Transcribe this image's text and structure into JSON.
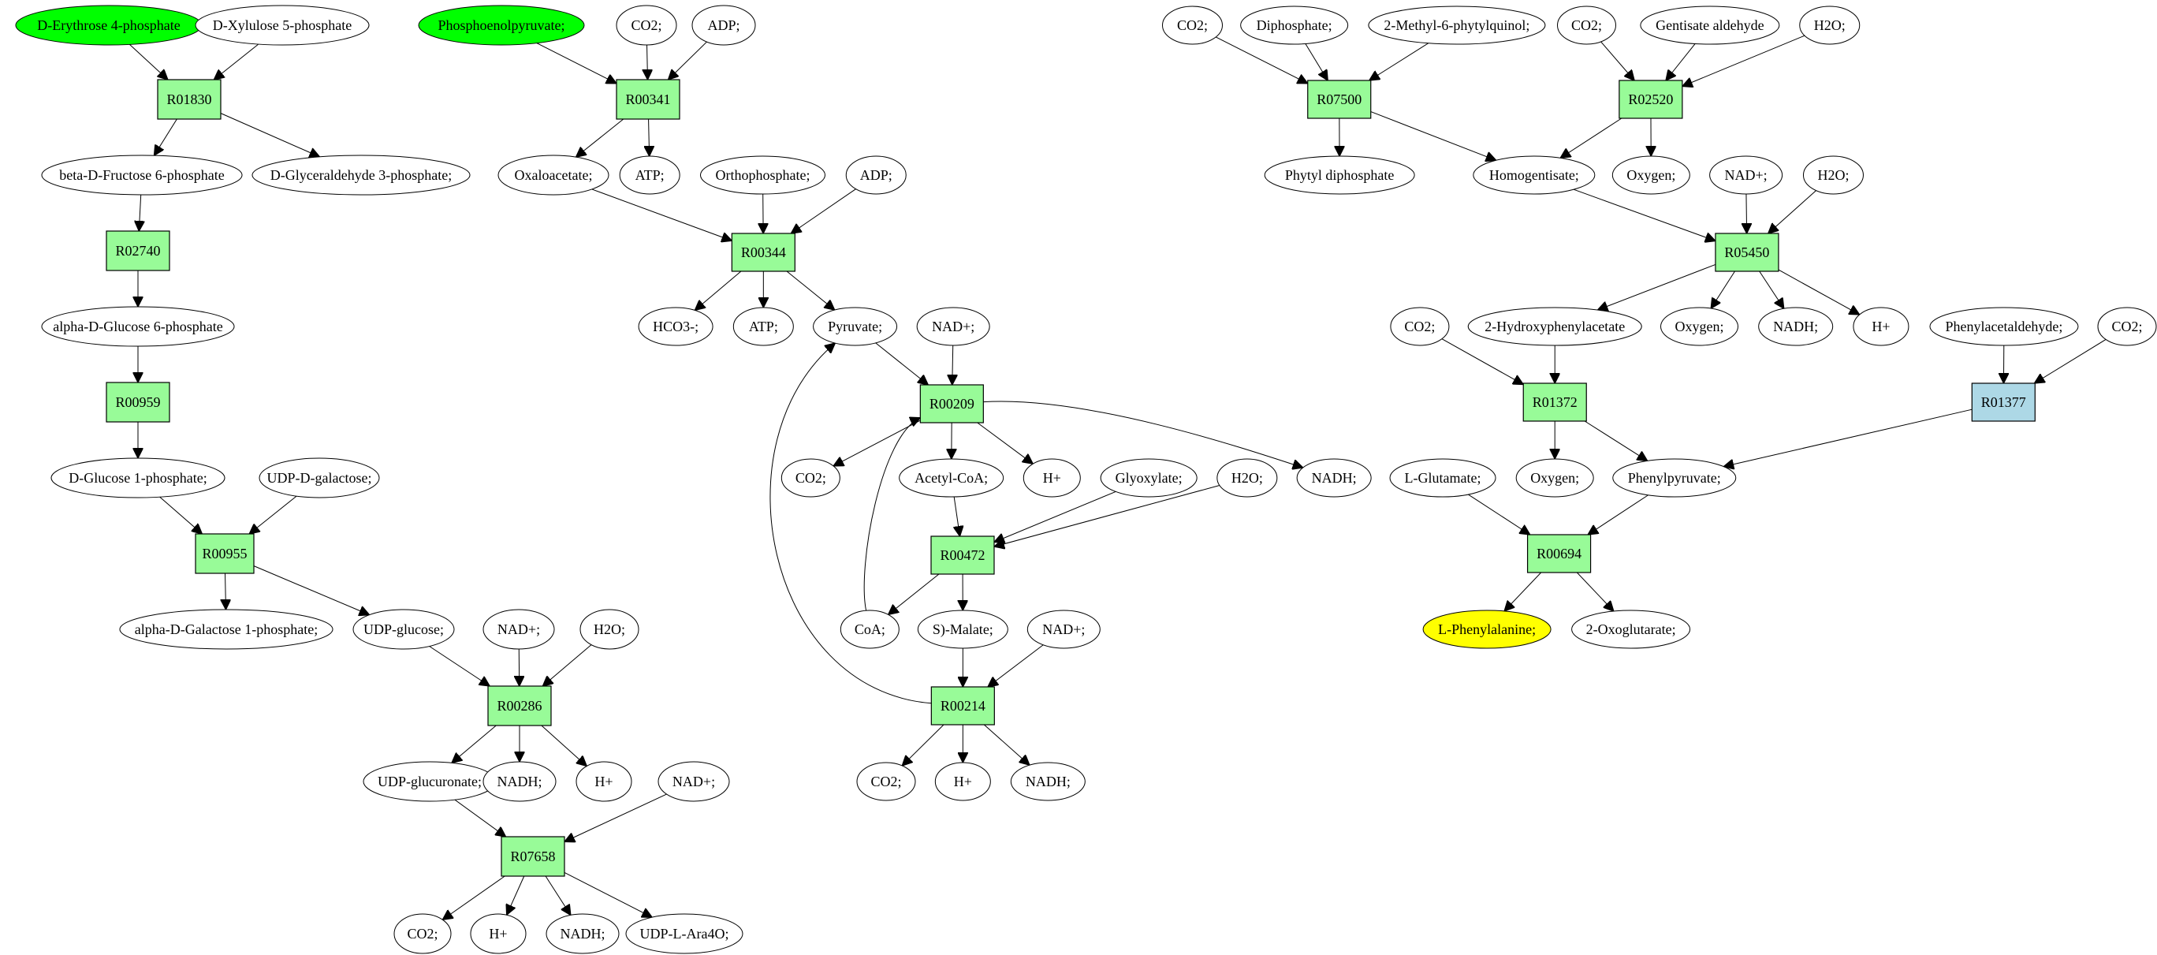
{
  "title": "Metabolic pathway graph",
  "colors": {
    "reaction": "#98fb98",
    "reaction_alt": "#add8e6",
    "source": "#00ff00",
    "target": "#ffff00",
    "compound": "#ffffff"
  },
  "nodes": [
    {
      "id": "c_e4p",
      "label": "D-Erythrose 4-phosphate",
      "kind": "compound",
      "role": "source"
    },
    {
      "id": "c_x5p",
      "label": "D-Xylulose 5-phosphate",
      "kind": "compound"
    },
    {
      "id": "r_R01830",
      "label": "R01830",
      "kind": "reaction"
    },
    {
      "id": "c_f6p",
      "label": "beta-D-Fructose 6-phosphate",
      "kind": "compound"
    },
    {
      "id": "c_g3p",
      "label": "D-Glyceraldehyde 3-phosphate;",
      "kind": "compound"
    },
    {
      "id": "r_R02740",
      "label": "R02740",
      "kind": "reaction"
    },
    {
      "id": "c_g6p",
      "label": "alpha-D-Glucose 6-phosphate",
      "kind": "compound"
    },
    {
      "id": "r_R00959",
      "label": "R00959",
      "kind": "reaction"
    },
    {
      "id": "c_g1p",
      "label": "D-Glucose 1-phosphate;",
      "kind": "compound"
    },
    {
      "id": "c_udpgal",
      "label": "UDP-D-galactose;",
      "kind": "compound"
    },
    {
      "id": "r_R00955",
      "label": "R00955",
      "kind": "reaction"
    },
    {
      "id": "c_gal1p",
      "label": "alpha-D-Galactose 1-phosphate;",
      "kind": "compound"
    },
    {
      "id": "c_udpglc",
      "label": "UDP-glucose;",
      "kind": "compound"
    },
    {
      "id": "c_nad_a",
      "label": "NAD+;",
      "kind": "compound"
    },
    {
      "id": "c_h2o_a",
      "label": "H2O;",
      "kind": "compound"
    },
    {
      "id": "r_R00286",
      "label": "R00286",
      "kind": "reaction"
    },
    {
      "id": "c_udpgla",
      "label": "UDP-glucuronate;",
      "kind": "compound"
    },
    {
      "id": "c_nadh_a",
      "label": "NADH;",
      "kind": "compound"
    },
    {
      "id": "c_h_a",
      "label": "H+",
      "kind": "compound"
    },
    {
      "id": "c_nad_b",
      "label": "NAD+;",
      "kind": "compound"
    },
    {
      "id": "r_R07658",
      "label": "R07658",
      "kind": "reaction"
    },
    {
      "id": "c_co2_a",
      "label": "CO2;",
      "kind": "compound"
    },
    {
      "id": "c_h_b",
      "label": "H+",
      "kind": "compound"
    },
    {
      "id": "c_nadh_b",
      "label": "NADH;",
      "kind": "compound"
    },
    {
      "id": "c_udpara",
      "label": "UDP-L-Ara4O;",
      "kind": "compound"
    },
    {
      "id": "c_pep",
      "label": "Phosphoenolpyruvate;",
      "kind": "compound",
      "role": "source"
    },
    {
      "id": "c_co2_b",
      "label": "CO2;",
      "kind": "compound"
    },
    {
      "id": "c_adp_a",
      "label": "ADP;",
      "kind": "compound"
    },
    {
      "id": "r_R00341",
      "label": "R00341",
      "kind": "reaction"
    },
    {
      "id": "c_oaa",
      "label": "Oxaloacetate;",
      "kind": "compound"
    },
    {
      "id": "c_atp_a",
      "label": "ATP;",
      "kind": "compound"
    },
    {
      "id": "c_pi",
      "label": "Orthophosphate;",
      "kind": "compound"
    },
    {
      "id": "c_adp_b",
      "label": "ADP;",
      "kind": "compound"
    },
    {
      "id": "r_R00344",
      "label": "R00344",
      "kind": "reaction"
    },
    {
      "id": "c_hco3",
      "label": "HCO3-;",
      "kind": "compound"
    },
    {
      "id": "c_atp_b",
      "label": "ATP;",
      "kind": "compound"
    },
    {
      "id": "c_pyr",
      "label": "Pyruvate;",
      "kind": "compound"
    },
    {
      "id": "c_nad_c",
      "label": "NAD+;",
      "kind": "compound"
    },
    {
      "id": "r_R00209",
      "label": "R00209",
      "kind": "reaction"
    },
    {
      "id": "c_co2_c",
      "label": "CO2;",
      "kind": "compound"
    },
    {
      "id": "c_accoa",
      "label": "Acetyl-CoA;",
      "kind": "compound"
    },
    {
      "id": "c_h_c",
      "label": "H+",
      "kind": "compound"
    },
    {
      "id": "c_glyox",
      "label": "Glyoxylate;",
      "kind": "compound"
    },
    {
      "id": "c_h2o_b",
      "label": "H2O;",
      "kind": "compound"
    },
    {
      "id": "c_nadh_c",
      "label": "NADH;",
      "kind": "compound"
    },
    {
      "id": "r_R00472",
      "label": "R00472",
      "kind": "reaction"
    },
    {
      "id": "c_coa",
      "label": "CoA;",
      "kind": "compound"
    },
    {
      "id": "c_mal",
      "label": "S)-Malate;",
      "kind": "compound"
    },
    {
      "id": "c_nad_d",
      "label": "NAD+;",
      "kind": "compound"
    },
    {
      "id": "r_R00214",
      "label": "R00214",
      "kind": "reaction"
    },
    {
      "id": "c_co2_d",
      "label": "CO2;",
      "kind": "compound"
    },
    {
      "id": "c_h_d",
      "label": "H+",
      "kind": "compound"
    },
    {
      "id": "c_nadh_d",
      "label": "NADH;",
      "kind": "compound"
    },
    {
      "id": "c_co2_e",
      "label": "CO2;",
      "kind": "compound"
    },
    {
      "id": "c_ppi",
      "label": "Diphosphate;",
      "kind": "compound"
    },
    {
      "id": "c_mpq",
      "label": "2-Methyl-6-phytylquinol;",
      "kind": "compound"
    },
    {
      "id": "r_R07500",
      "label": "R07500",
      "kind": "reaction"
    },
    {
      "id": "c_phytpp",
      "label": "Phytyl diphosphate",
      "kind": "compound"
    },
    {
      "id": "c_co2_f",
      "label": "CO2;",
      "kind": "compound"
    },
    {
      "id": "c_gentald",
      "label": "Gentisate aldehyde",
      "kind": "compound"
    },
    {
      "id": "c_h2o_c",
      "label": "H2O;",
      "kind": "compound"
    },
    {
      "id": "r_R02520",
      "label": "R02520",
      "kind": "reaction"
    },
    {
      "id": "c_hga",
      "label": "Homogentisate;",
      "kind": "compound"
    },
    {
      "id": "c_o2_a",
      "label": "Oxygen;",
      "kind": "compound"
    },
    {
      "id": "c_nad_e",
      "label": "NAD+;",
      "kind": "compound"
    },
    {
      "id": "c_h2o_d",
      "label": "H2O;",
      "kind": "compound"
    },
    {
      "id": "r_R05450",
      "label": "R05450",
      "kind": "reaction"
    },
    {
      "id": "c_co2_g",
      "label": "CO2;",
      "kind": "compound"
    },
    {
      "id": "c_2hpa",
      "label": "2-Hydroxyphenylacetate",
      "kind": "compound"
    },
    {
      "id": "c_o2_b",
      "label": "Oxygen;",
      "kind": "compound"
    },
    {
      "id": "c_nadh_e",
      "label": "NADH;",
      "kind": "compound"
    },
    {
      "id": "c_h_e",
      "label": "H+",
      "kind": "compound"
    },
    {
      "id": "c_phacald",
      "label": "Phenylacetaldehyde;",
      "kind": "compound"
    },
    {
      "id": "c_co2_h",
      "label": "CO2;",
      "kind": "compound"
    },
    {
      "id": "r_R01372",
      "label": "R01372",
      "kind": "reaction"
    },
    {
      "id": "r_R01377",
      "label": "R01377",
      "kind": "reaction",
      "role": "alt"
    },
    {
      "id": "c_glu",
      "label": "L-Glutamate;",
      "kind": "compound"
    },
    {
      "id": "c_o2_c",
      "label": "Oxygen;",
      "kind": "compound"
    },
    {
      "id": "c_phpyr",
      "label": "Phenylpyruvate;",
      "kind": "compound"
    },
    {
      "id": "r_R00694",
      "label": "R00694",
      "kind": "reaction"
    },
    {
      "id": "c_phe",
      "label": "L-Phenylalanine;",
      "kind": "compound",
      "role": "target"
    },
    {
      "id": "c_2og",
      "label": "2-Oxoglutarate;",
      "kind": "compound"
    }
  ],
  "edges": [
    [
      "c_e4p",
      "r_R01830"
    ],
    [
      "c_x5p",
      "r_R01830"
    ],
    [
      "r_R01830",
      "c_f6p"
    ],
    [
      "r_R01830",
      "c_g3p"
    ],
    [
      "c_f6p",
      "r_R02740"
    ],
    [
      "r_R02740",
      "c_g6p"
    ],
    [
      "c_g6p",
      "r_R00959"
    ],
    [
      "r_R00959",
      "c_g1p"
    ],
    [
      "c_g1p",
      "r_R00955"
    ],
    [
      "c_udpgal",
      "r_R00955"
    ],
    [
      "r_R00955",
      "c_gal1p"
    ],
    [
      "r_R00955",
      "c_udpglc"
    ],
    [
      "c_udpglc",
      "r_R00286"
    ],
    [
      "c_nad_a",
      "r_R00286"
    ],
    [
      "c_h2o_a",
      "r_R00286"
    ],
    [
      "r_R00286",
      "c_udpgla"
    ],
    [
      "r_R00286",
      "c_nadh_a"
    ],
    [
      "r_R00286",
      "c_h_a"
    ],
    [
      "c_udpgla",
      "r_R07658"
    ],
    [
      "c_nad_b",
      "r_R07658"
    ],
    [
      "r_R07658",
      "c_co2_a"
    ],
    [
      "r_R07658",
      "c_h_b"
    ],
    [
      "r_R07658",
      "c_nadh_b"
    ],
    [
      "r_R07658",
      "c_udpara"
    ],
    [
      "c_pep",
      "r_R00341"
    ],
    [
      "c_co2_b",
      "r_R00341"
    ],
    [
      "c_adp_a",
      "r_R00341"
    ],
    [
      "r_R00341",
      "c_oaa"
    ],
    [
      "r_R00341",
      "c_atp_a"
    ],
    [
      "c_oaa",
      "r_R00344"
    ],
    [
      "c_pi",
      "r_R00344"
    ],
    [
      "c_adp_b",
      "r_R00344"
    ],
    [
      "r_R00344",
      "c_hco3"
    ],
    [
      "r_R00344",
      "c_atp_b"
    ],
    [
      "r_R00344",
      "c_pyr"
    ],
    [
      "c_pyr",
      "r_R00209"
    ],
    [
      "c_nad_c",
      "r_R00209"
    ],
    [
      "c_coa",
      "r_R00209",
      "curve"
    ],
    [
      "r_R00209",
      "c_co2_c"
    ],
    [
      "r_R00209",
      "c_accoa"
    ],
    [
      "r_R00209",
      "c_h_c"
    ],
    [
      "r_R00209",
      "c_nadh_c",
      "curve"
    ],
    [
      "c_accoa",
      "r_R00472"
    ],
    [
      "c_glyox",
      "r_R00472"
    ],
    [
      "c_h2o_b",
      "r_R00472"
    ],
    [
      "r_R00472",
      "c_coa"
    ],
    [
      "r_R00472",
      "c_mal"
    ],
    [
      "c_mal",
      "r_R00214"
    ],
    [
      "c_nad_d",
      "r_R00214"
    ],
    [
      "r_R00214",
      "c_pyr",
      "curve"
    ],
    [
      "r_R00214",
      "c_co2_d"
    ],
    [
      "r_R00214",
      "c_h_d"
    ],
    [
      "r_R00214",
      "c_nadh_d"
    ],
    [
      "c_co2_e",
      "r_R07500"
    ],
    [
      "c_ppi",
      "r_R07500"
    ],
    [
      "c_mpq",
      "r_R07500"
    ],
    [
      "r_R07500",
      "c_phytpp"
    ],
    [
      "r_R07500",
      "c_hga"
    ],
    [
      "c_co2_f",
      "r_R02520"
    ],
    [
      "c_gentald",
      "r_R02520"
    ],
    [
      "c_h2o_c",
      "r_R02520"
    ],
    [
      "r_R02520",
      "c_hga"
    ],
    [
      "r_R02520",
      "c_o2_a"
    ],
    [
      "c_hga",
      "r_R05450"
    ],
    [
      "c_nad_e",
      "r_R05450"
    ],
    [
      "c_h2o_d",
      "r_R05450"
    ],
    [
      "r_R05450",
      "c_2hpa"
    ],
    [
      "r_R05450",
      "c_o2_b"
    ],
    [
      "r_R05450",
      "c_nadh_e"
    ],
    [
      "r_R05450",
      "c_h_e"
    ],
    [
      "c_co2_g",
      "r_R01372"
    ],
    [
      "c_2hpa",
      "r_R01372"
    ],
    [
      "r_R01372",
      "c_o2_c"
    ],
    [
      "r_R01372",
      "c_phpyr"
    ],
    [
      "c_phacald",
      "r_R01377"
    ],
    [
      "c_co2_h",
      "r_R01377"
    ],
    [
      "r_R01377",
      "c_phpyr"
    ],
    [
      "c_glu",
      "r_R00694"
    ],
    [
      "c_phpyr",
      "r_R00694"
    ],
    [
      "r_R00694",
      "c_phe"
    ],
    [
      "r_R00694",
      "c_2og"
    ]
  ]
}
